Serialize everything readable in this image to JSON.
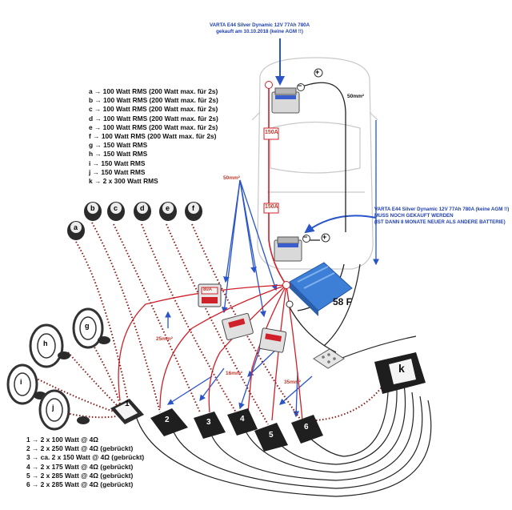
{
  "battery_front": {
    "label": "VARTA E44 Silver Dynamic 12V 77Ah 780A",
    "note": "gekauft am 10.10.2018 (keine AGM !!)"
  },
  "battery_rear": {
    "label": "VARTA E44 Silver Dynamic 12V 77Ah 780A (keine AGM !!)",
    "note1": "MUSS NOCH GEKAUFT WERDEN",
    "note2": "(IST DANN 8 MONATE NEUER ALS ANDERE BATTERIE)"
  },
  "cable_labels": {
    "ground_50": "50mm²",
    "power_50": "50mm²",
    "power_25": "25mm²",
    "power_16": "16mm²",
    "power_35": "35mm²"
  },
  "fuses": {
    "front": "150A",
    "rear": "150A",
    "fuse_block": "80A"
  },
  "capacitor": {
    "label": "58 F"
  },
  "speaker_specs": [
    "a → 100 Watt RMS (200 Watt max. für 2s)",
    "b → 100 Watt RMS (200 Watt max. für 2s)",
    "c → 100 Watt RMS (200 Watt max. für 2s)",
    "d → 100 Watt RMS (200 Watt max. für 2s)",
    "e → 100 Watt RMS (200 Watt max. für 2s)",
    "f → 100 Watt RMS (200 Watt max. für 2s)",
    "g → 150 Watt RMS",
    "h → 150 Watt RMS",
    "i → 150 Watt RMS",
    "j → 150 Watt RMS",
    "k → 2 x 300 Watt RMS"
  ],
  "amp_specs": [
    "1 → 2 x 100 Watt @ 4Ω",
    "2 → 2 x 250 Watt @ 4Ω (gebrückt)",
    "3 → ca. 2 x 150 Watt @ 4Ω (gebrückt)",
    "4 → 2 x 175 Watt @ 4Ω (gebrückt)",
    "5 → 2 x 285 Watt @ 4Ω (gebrückt)",
    "6 → 2 x 285 Watt @ 4Ω (gebrückt)"
  ],
  "tweeters": [
    "b",
    "c",
    "d",
    "e",
    "f"
  ],
  "tweeter_a": "a",
  "speakers": [
    "g",
    "h",
    "i",
    "j"
  ],
  "subwoofer": "k",
  "amplifiers": [
    "1",
    "2",
    "3",
    "4",
    "5",
    "6"
  ],
  "terminals": {
    "plus": "+",
    "minus": "−"
  }
}
